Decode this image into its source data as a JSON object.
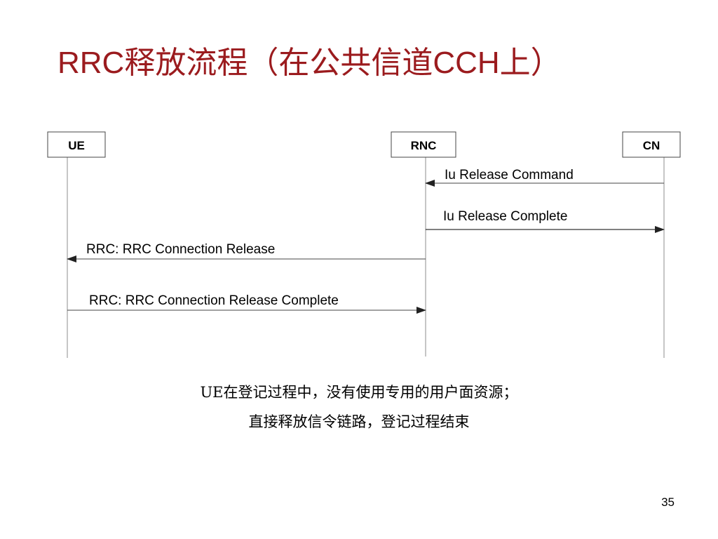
{
  "slide": {
    "title": "RRC释放流程（在公共信道CCH上）",
    "page_number": "35"
  },
  "entities": [
    {
      "id": "ue",
      "label": "UE"
    },
    {
      "id": "rnc",
      "label": "RNC"
    },
    {
      "id": "cn",
      "label": "CN"
    }
  ],
  "messages": [
    {
      "from": "CN",
      "to": "RNC",
      "label": "Iu Release Command"
    },
    {
      "from": "RNC",
      "to": "CN",
      "label": "Iu Release Complete"
    },
    {
      "from": "RNC",
      "to": "UE",
      "label": "RRC: RRC Connection Release"
    },
    {
      "from": "UE",
      "to": "RNC",
      "label": "RRC: RRC Connection Release Complete"
    }
  ],
  "notes": [
    "UE在登记过程中，没有使用专用的用户面资源；",
    "直接释放信令链路，登记过程结束"
  ]
}
